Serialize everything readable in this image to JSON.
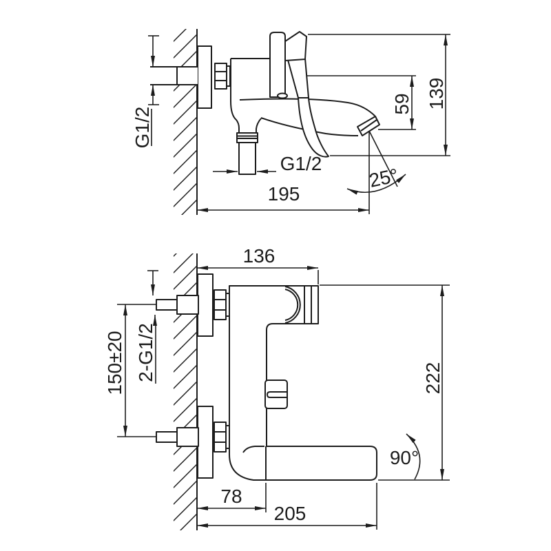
{
  "drawing": {
    "type": "technical-installation-drawing",
    "subject": "wall-mounted bath mixer faucet, two orthographic views with dimensions",
    "background": "#ffffff",
    "line_color": "#1c1c1c"
  },
  "views": {
    "side": {
      "title": "side view (upper drawing)",
      "dims": {
        "wall_thread": "G1/2",
        "spout_thread": "G1/2",
        "spout_height": "59",
        "total_height": "139",
        "spout_angle": "25°",
        "total_depth": "195"
      }
    },
    "front": {
      "title": "front view (lower drawing)",
      "dims": {
        "body_width": "136",
        "connection_thread": "2-G1/2",
        "connection_spacing": "150±20",
        "total_height": "222",
        "handle_angle": "90°",
        "wall_to_body": "78",
        "total_depth": "205"
      }
    }
  }
}
